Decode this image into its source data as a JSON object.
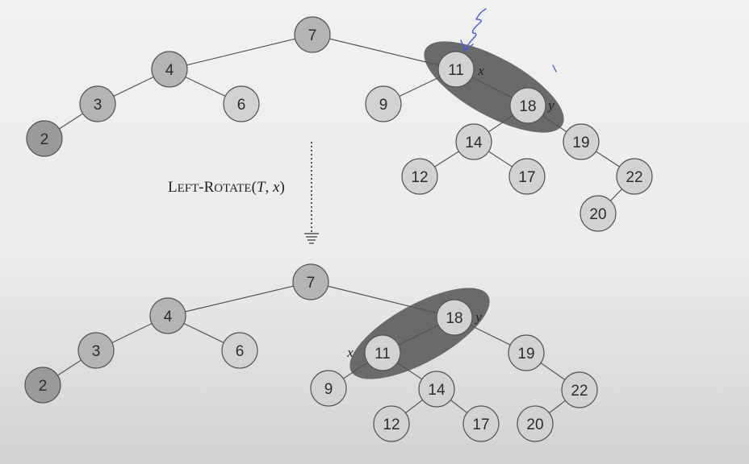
{
  "operation": {
    "name_first_letter_1": "L",
    "name_rest_1": "EFT",
    "dash": "-",
    "name_first_letter_2": "R",
    "name_rest_2": "OTATE",
    "open_paren": "(",
    "arg1": "T",
    "comma": ", ",
    "arg2": "x",
    "close_paren": ")"
  },
  "before_tree": {
    "nodes": [
      {
        "key": "7"
      },
      {
        "key": "4"
      },
      {
        "key": "3"
      },
      {
        "key": "6"
      },
      {
        "key": "2"
      },
      {
        "key": "11",
        "label": "x"
      },
      {
        "key": "9"
      },
      {
        "key": "18",
        "label": "y"
      },
      {
        "key": "14"
      },
      {
        "key": "19"
      },
      {
        "key": "12"
      },
      {
        "key": "17"
      },
      {
        "key": "22"
      },
      {
        "key": "20"
      }
    ]
  },
  "after_tree": {
    "nodes": [
      {
        "key": "7"
      },
      {
        "key": "4"
      },
      {
        "key": "3"
      },
      {
        "key": "6"
      },
      {
        "key": "2"
      },
      {
        "key": "18",
        "label": "y"
      },
      {
        "key": "11",
        "label": "x"
      },
      {
        "key": "19"
      },
      {
        "key": "9"
      },
      {
        "key": "14"
      },
      {
        "key": "22"
      },
      {
        "key": "12"
      },
      {
        "key": "17"
      },
      {
        "key": "20"
      }
    ]
  },
  "colors": {
    "node_dark": "#9a9a9a",
    "node_mid": "#b4b4b4",
    "node_light": "#d2d2d2",
    "highlight_ellipse": "#6a6a6a",
    "annotation_ink": "#4a5bd0"
  }
}
